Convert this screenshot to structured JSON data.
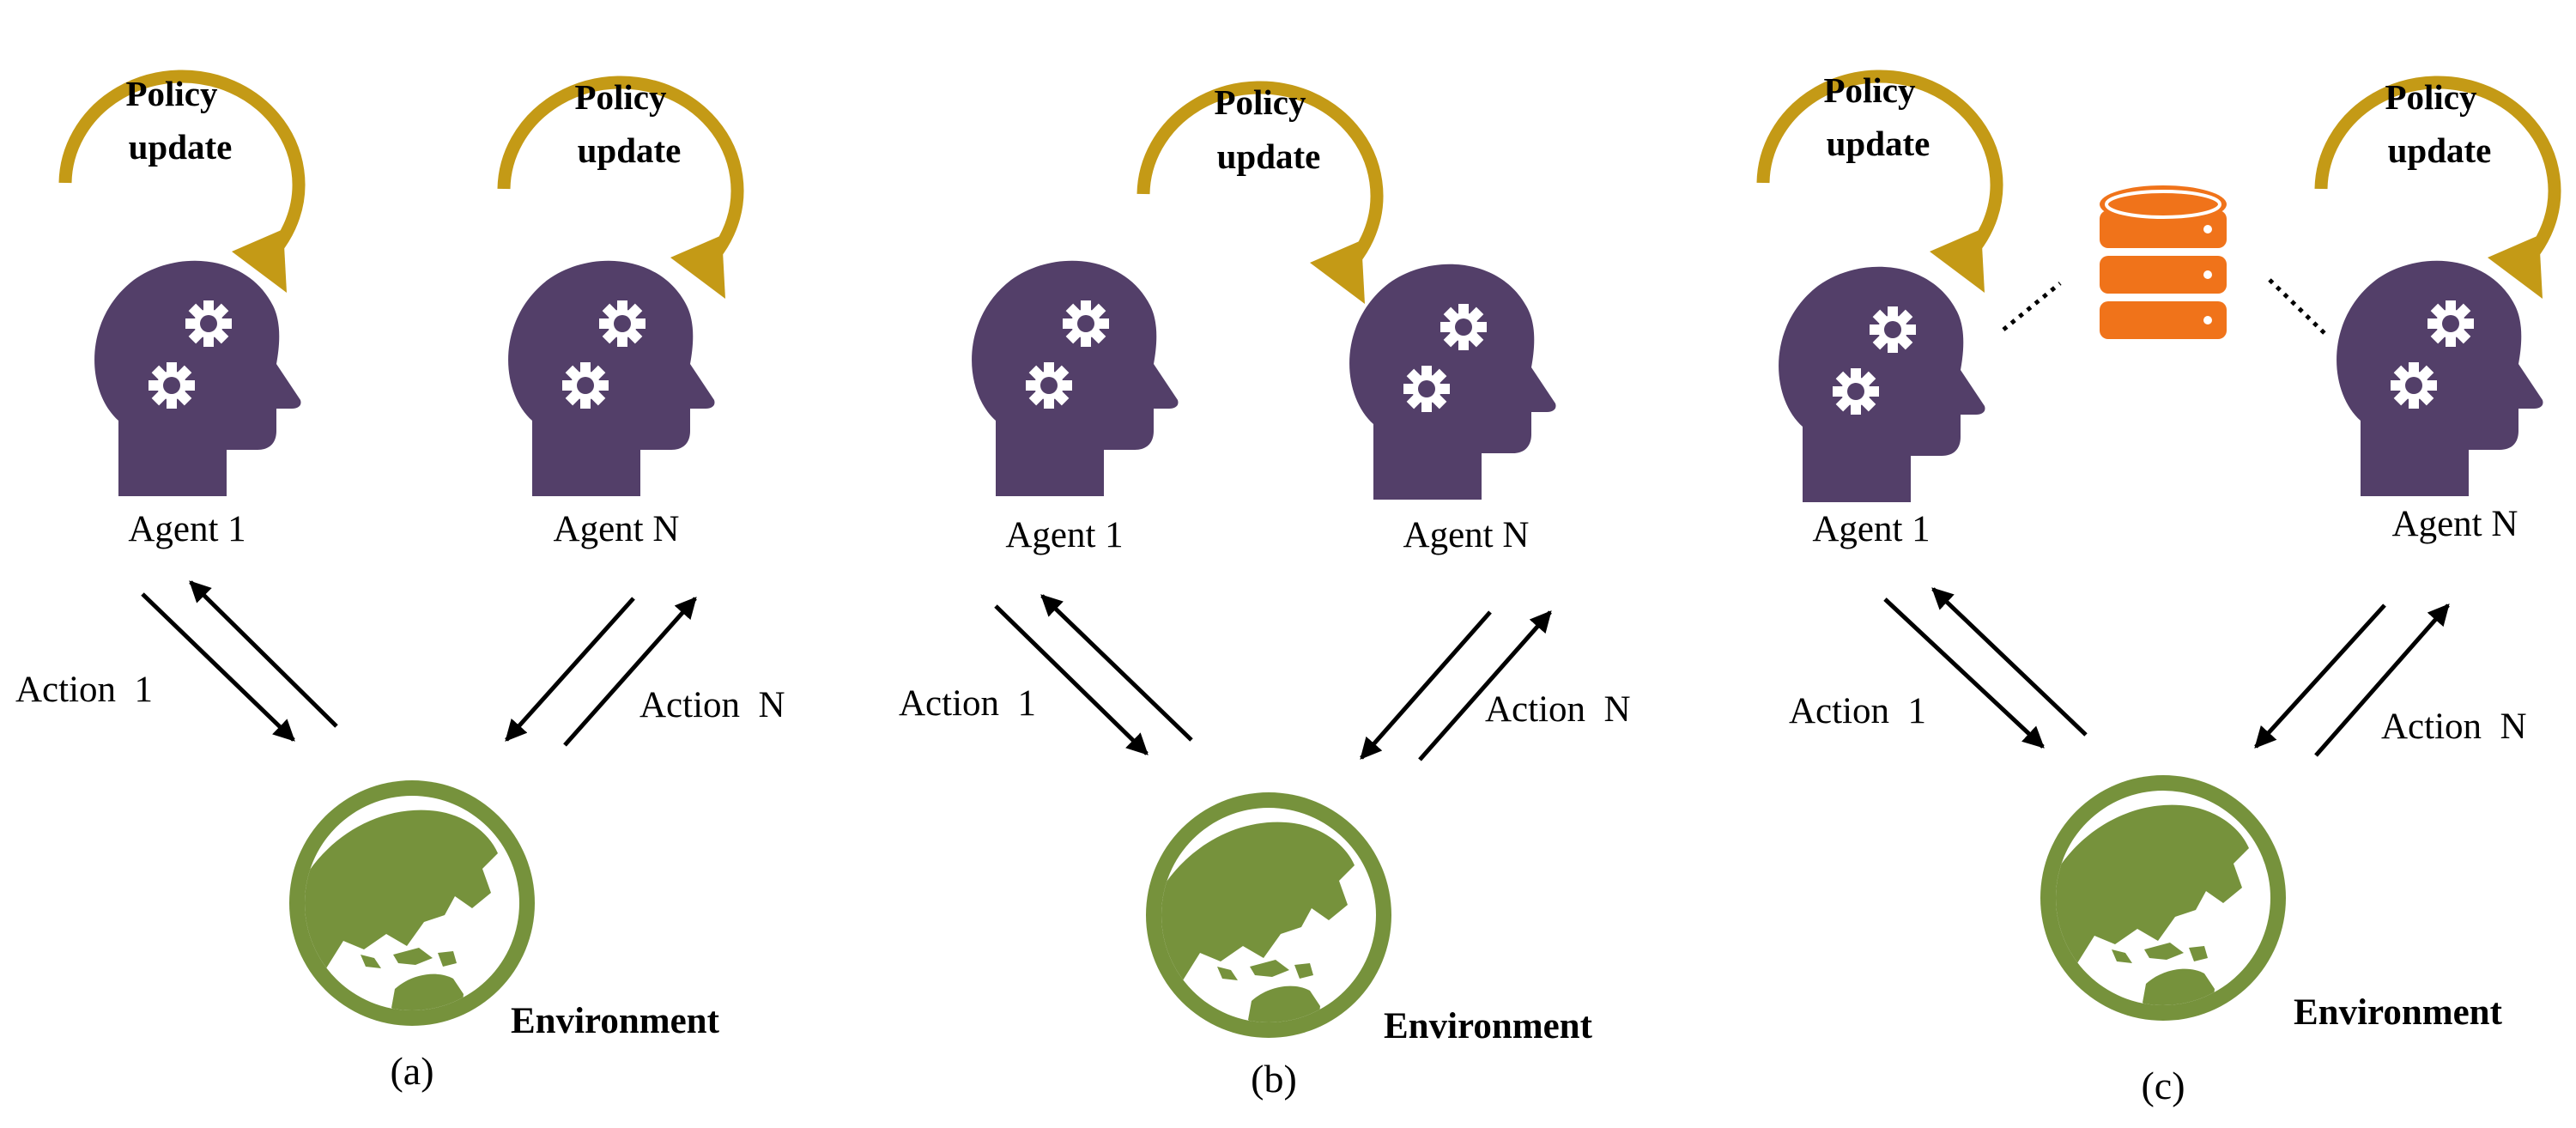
{
  "panels": [
    {
      "caption": "(a)",
      "policy_updates": [
        {
          "line1": "Policy",
          "line2": "update"
        },
        {
          "line1": "Policy",
          "line2": "update"
        }
      ],
      "agents": [
        {
          "label": "Agent 1"
        },
        {
          "label": "Agent N"
        }
      ],
      "actions": [
        {
          "label": "Action  1"
        },
        {
          "label": "Action  N"
        }
      ],
      "environment": {
        "label": "Environment"
      }
    },
    {
      "caption": "(b)",
      "policy_updates": [
        {
          "line1": "Policy",
          "line2": "update"
        }
      ],
      "agents": [
        {
          "label": "Agent 1"
        },
        {
          "label": "Agent N"
        }
      ],
      "actions": [
        {
          "label": "Action  1"
        },
        {
          "label": "Action  N"
        }
      ],
      "environment": {
        "label": "Environment"
      }
    },
    {
      "caption": "(c)",
      "policy_updates": [
        {
          "line1": "Policy",
          "line2": "update"
        },
        {
          "line1": "Policy",
          "line2": "update"
        }
      ],
      "agents": [
        {
          "label": "Agent 1"
        },
        {
          "label": "Agent N"
        }
      ],
      "actions": [
        {
          "label": "Action  1"
        },
        {
          "label": "Action  N"
        }
      ],
      "environment": {
        "label": "Environment"
      }
    }
  ],
  "icons": {
    "agent": "head-with-gears-icon",
    "environment": "globe-icon",
    "policy_update": "curved-arrow-icon",
    "shared_buffer": "database-icon"
  },
  "colors": {
    "agent_head": "#533F69",
    "globe": "#76923C",
    "policy_arrow": "#C49A16",
    "database": "#F0731A",
    "arrows": "#000000"
  }
}
